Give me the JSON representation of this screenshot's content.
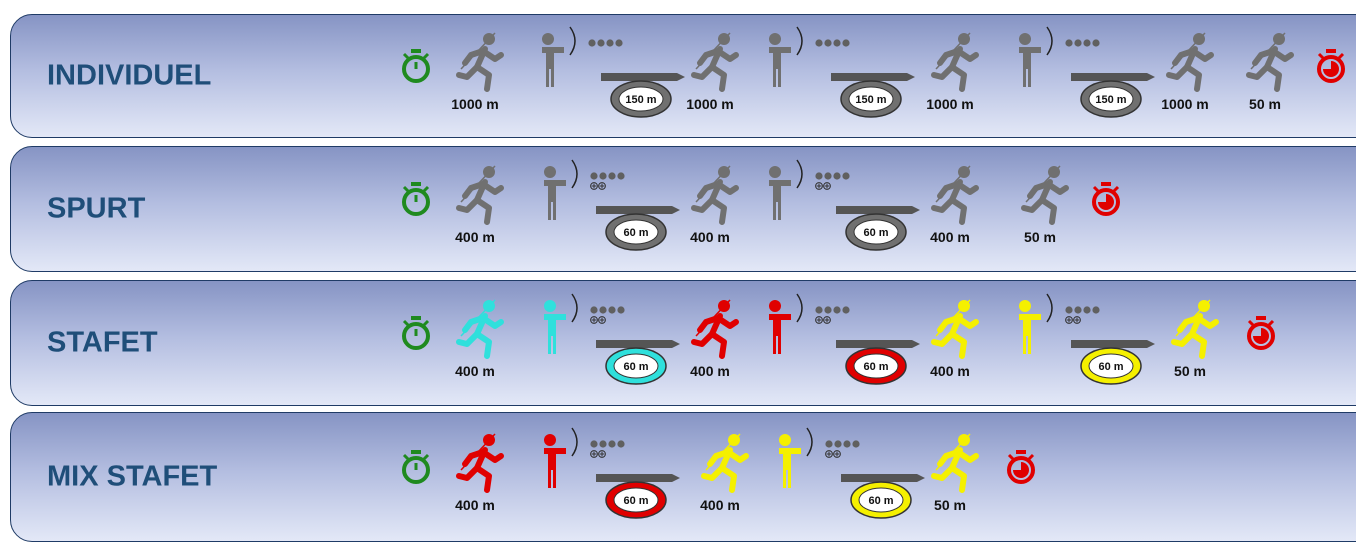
{
  "colors": {
    "gray": "#707070",
    "cyan": "#2fe0dc",
    "red": "#e00000",
    "yellow": "#f5f000",
    "start_watch": "#1f8a1f",
    "stop_watch": "#e00000",
    "title": "#1f4e79"
  },
  "rows": [
    {
      "title": "INDIVIDUEL",
      "items": [
        {
          "type": "start-stopwatch"
        },
        {
          "type": "runner",
          "color": "gray",
          "label": "1000 m"
        },
        {
          "type": "shooter",
          "color": "gray",
          "targets": "standard"
        },
        {
          "type": "penalty-loop",
          "color": "gray",
          "label": "150 m"
        },
        {
          "type": "runner",
          "color": "gray",
          "label": "1000 m"
        },
        {
          "type": "shooter",
          "color": "gray",
          "targets": "standard"
        },
        {
          "type": "penalty-loop",
          "color": "gray",
          "label": "150 m"
        },
        {
          "type": "runner",
          "color": "gray",
          "label": "1000 m"
        },
        {
          "type": "shooter",
          "color": "gray",
          "targets": "standard"
        },
        {
          "type": "penalty-loop",
          "color": "gray",
          "label": "150 m"
        },
        {
          "type": "runner",
          "color": "gray",
          "label": "1000 m"
        },
        {
          "type": "runner",
          "color": "gray",
          "label": "50 m"
        },
        {
          "type": "stop-stopwatch"
        }
      ]
    },
    {
      "title": "SPURT",
      "items": [
        {
          "type": "start-stopwatch"
        },
        {
          "type": "runner",
          "color": "gray",
          "label": "400 m"
        },
        {
          "type": "shooter",
          "color": "gray",
          "targets": "extra"
        },
        {
          "type": "penalty-loop",
          "color": "gray",
          "label": "60 m"
        },
        {
          "type": "runner",
          "color": "gray",
          "label": "400 m"
        },
        {
          "type": "shooter",
          "color": "gray",
          "targets": "extra"
        },
        {
          "type": "penalty-loop",
          "color": "gray",
          "label": "60 m"
        },
        {
          "type": "runner",
          "color": "gray",
          "label": "400 m"
        },
        {
          "type": "runner",
          "color": "gray",
          "label": "50 m"
        },
        {
          "type": "stop-stopwatch"
        }
      ]
    },
    {
      "title": "STAFET",
      "items": [
        {
          "type": "start-stopwatch"
        },
        {
          "type": "runner",
          "color": "cyan",
          "label": "400 m"
        },
        {
          "type": "shooter",
          "color": "cyan",
          "targets": "extra"
        },
        {
          "type": "penalty-loop",
          "color": "cyan",
          "label": "60 m"
        },
        {
          "type": "runner",
          "color": "red",
          "label": "400 m"
        },
        {
          "type": "shooter",
          "color": "red",
          "targets": "extra"
        },
        {
          "type": "penalty-loop",
          "color": "red",
          "label": "60 m"
        },
        {
          "type": "runner",
          "color": "yellow",
          "label": "400 m"
        },
        {
          "type": "shooter",
          "color": "yellow",
          "targets": "extra"
        },
        {
          "type": "penalty-loop",
          "color": "yellow",
          "label": "60 m"
        },
        {
          "type": "runner",
          "color": "yellow",
          "label": "50 m"
        },
        {
          "type": "stop-stopwatch"
        }
      ]
    },
    {
      "title": "MIX STAFET",
      "items": [
        {
          "type": "start-stopwatch"
        },
        {
          "type": "runner",
          "color": "red",
          "label": "400 m"
        },
        {
          "type": "shooter",
          "color": "red",
          "targets": "extra"
        },
        {
          "type": "penalty-loop",
          "color": "red",
          "label": "60 m"
        },
        {
          "type": "runner",
          "color": "yellow",
          "label": "400 m"
        },
        {
          "type": "shooter",
          "color": "yellow",
          "targets": "extra"
        },
        {
          "type": "penalty-loop",
          "color": "yellow",
          "label": "60 m"
        },
        {
          "type": "runner",
          "color": "yellow",
          "label": "50 m"
        },
        {
          "type": "stop-stopwatch"
        }
      ]
    }
  ]
}
